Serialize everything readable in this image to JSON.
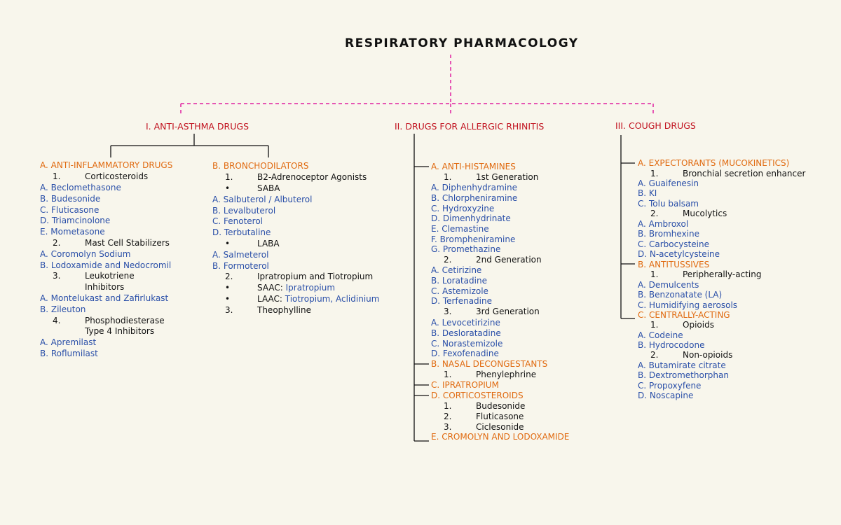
{
  "title": "RESPIRATORY PHARMACOLOGY",
  "col1": {
    "header": "I. ANTI-ASTHMA DRUGS",
    "anti_inflammatory": {
      "label": "A. ANTI-INFLAMMATORY DRUGS",
      "corticosteroids": {
        "num": "1.",
        "label": "Corticosteroids",
        "items": [
          "A. Beclomethasone",
          "B. Budesonide",
          "C. Fluticasone",
          "D. Triamcinolone",
          "E. Mometasone"
        ]
      },
      "mast_cell": {
        "num": "2.",
        "label": "Mast Cell Stabilizers",
        "items": [
          "A. Coromolyn Sodium",
          "B. Lodoxamide and Nedocromil"
        ]
      },
      "leukotriene": {
        "num": "3.",
        "label_1": "Leukotriene",
        "label_2": "Inhibitors",
        "items": [
          "A. Montelukast and Zafirlukast",
          "B. Zileuton"
        ]
      },
      "pde4": {
        "num": "4.",
        "label_1": "Phosphodiesterase",
        "label_2": "Type 4 Inhibitors",
        "items": [
          "A. Apremilast",
          "B. Roflumilast"
        ]
      }
    },
    "bronchodilators": {
      "label": "B. BRONCHODILATORS",
      "b2": {
        "num": "1.",
        "label": "B2-Adrenoceptor Agonists"
      },
      "saba": {
        "bullet": "•",
        "label": "SABA",
        "items": [
          "A. Salbuterol / Albuterol",
          "B. Levalbuterol",
          "C. Fenoterol",
          "D. Terbutaline"
        ]
      },
      "laba": {
        "bullet": "•",
        "label": "LABA",
        "items": [
          "A. Salmeterol",
          "B. Formoterol"
        ]
      },
      "ipra": {
        "num": "2.",
        "label": "Ipratropium and Tiotropium"
      },
      "saac": {
        "bullet": "•",
        "label": "SAAC:",
        "value": "Ipratropium"
      },
      "laac": {
        "bullet": "•",
        "label": "LAAC:",
        "value": "Tiotropium, Aclidinium"
      },
      "theo": {
        "num": "3.",
        "label": "Theophylline"
      }
    }
  },
  "col2": {
    "header": "II. DRUGS FOR ALLERGIC RHINITIS",
    "antihistamines": {
      "label": "A. ANTI-HISTAMINES",
      "gen1": {
        "num": "1.",
        "label": "1st Generation",
        "items": [
          "A. Diphenhydramine",
          "B. Chlorpheniramine",
          "C. Hydroxyzine",
          "D. Dimenhydrinate",
          "E. Clemastine",
          "F. Brompheniramine",
          "G. Promethazine"
        ]
      },
      "gen2": {
        "num": "2.",
        "label": "2nd Generation",
        "items": [
          "A. Cetirizine",
          "B. Loratadine",
          "C. Astemizole",
          "D. Terfenadine"
        ]
      },
      "gen3": {
        "num": "3.",
        "label": "3rd Generation",
        "items": [
          "A. Levocetirizine",
          "B. Desloratadine",
          "C. Norastemizole",
          "D. Fexofenadine"
        ]
      }
    },
    "nasal": {
      "label": "B. NASAL DECONGESTANTS",
      "num": "1.",
      "item": "Phenylephrine"
    },
    "ipratropium": "C. IPRATROPIUM",
    "corticosteroids": {
      "label": "D. CORTICOSTEROIDS",
      "items": [
        {
          "num": "1.",
          "label": "Budesonide"
        },
        {
          "num": "2.",
          "label": "Fluticasone"
        },
        {
          "num": "3.",
          "label": "Ciclesonide"
        }
      ]
    },
    "cromolyn": "E. CROMOLYN AND LODOXAMIDE"
  },
  "col3": {
    "header": "III. COUGH DRUGS",
    "expectorants": {
      "label": "A. EXPECTORANTS (MUCOKINETICS)",
      "bronchial": {
        "num": "1.",
        "label": "Bronchial secretion enhancer",
        "items": [
          "A. Guaifenesin",
          "B. KI",
          "C. Tolu balsam"
        ]
      },
      "mucolytics": {
        "num": "2.",
        "label": "Mucolytics",
        "items": [
          "A. Ambroxol",
          "B. Bromhexine",
          "C. Carbocysteine",
          "D. N-acetylcysteine"
        ]
      }
    },
    "antitussives": {
      "label": "B. ANTITUSSIVES",
      "peripheral": {
        "num": "1.",
        "label": "Peripherally-acting",
        "items": [
          "A. Demulcents",
          "B. Benzonatate (LA)",
          "C. Humidifying aerosols"
        ]
      }
    },
    "central": {
      "label": "C. CENTRALLY-ACTING",
      "opioids": {
        "num": "1.",
        "label": "Opioids",
        "items": [
          "A. Codeine",
          "B. Hydrocodone"
        ]
      },
      "nonopioids": {
        "num": "2.",
        "label": "Non-opioids",
        "items": [
          "A. Butamirate citrate",
          "B. Dextromethorphan",
          "C. Propoxyfene",
          "D. Noscapine"
        ]
      }
    }
  },
  "colors": {
    "title_connector": "#e020a0",
    "header": "#c1121f",
    "subheader": "#e06a10",
    "drug": "#2a4fa8",
    "text": "#111111"
  }
}
